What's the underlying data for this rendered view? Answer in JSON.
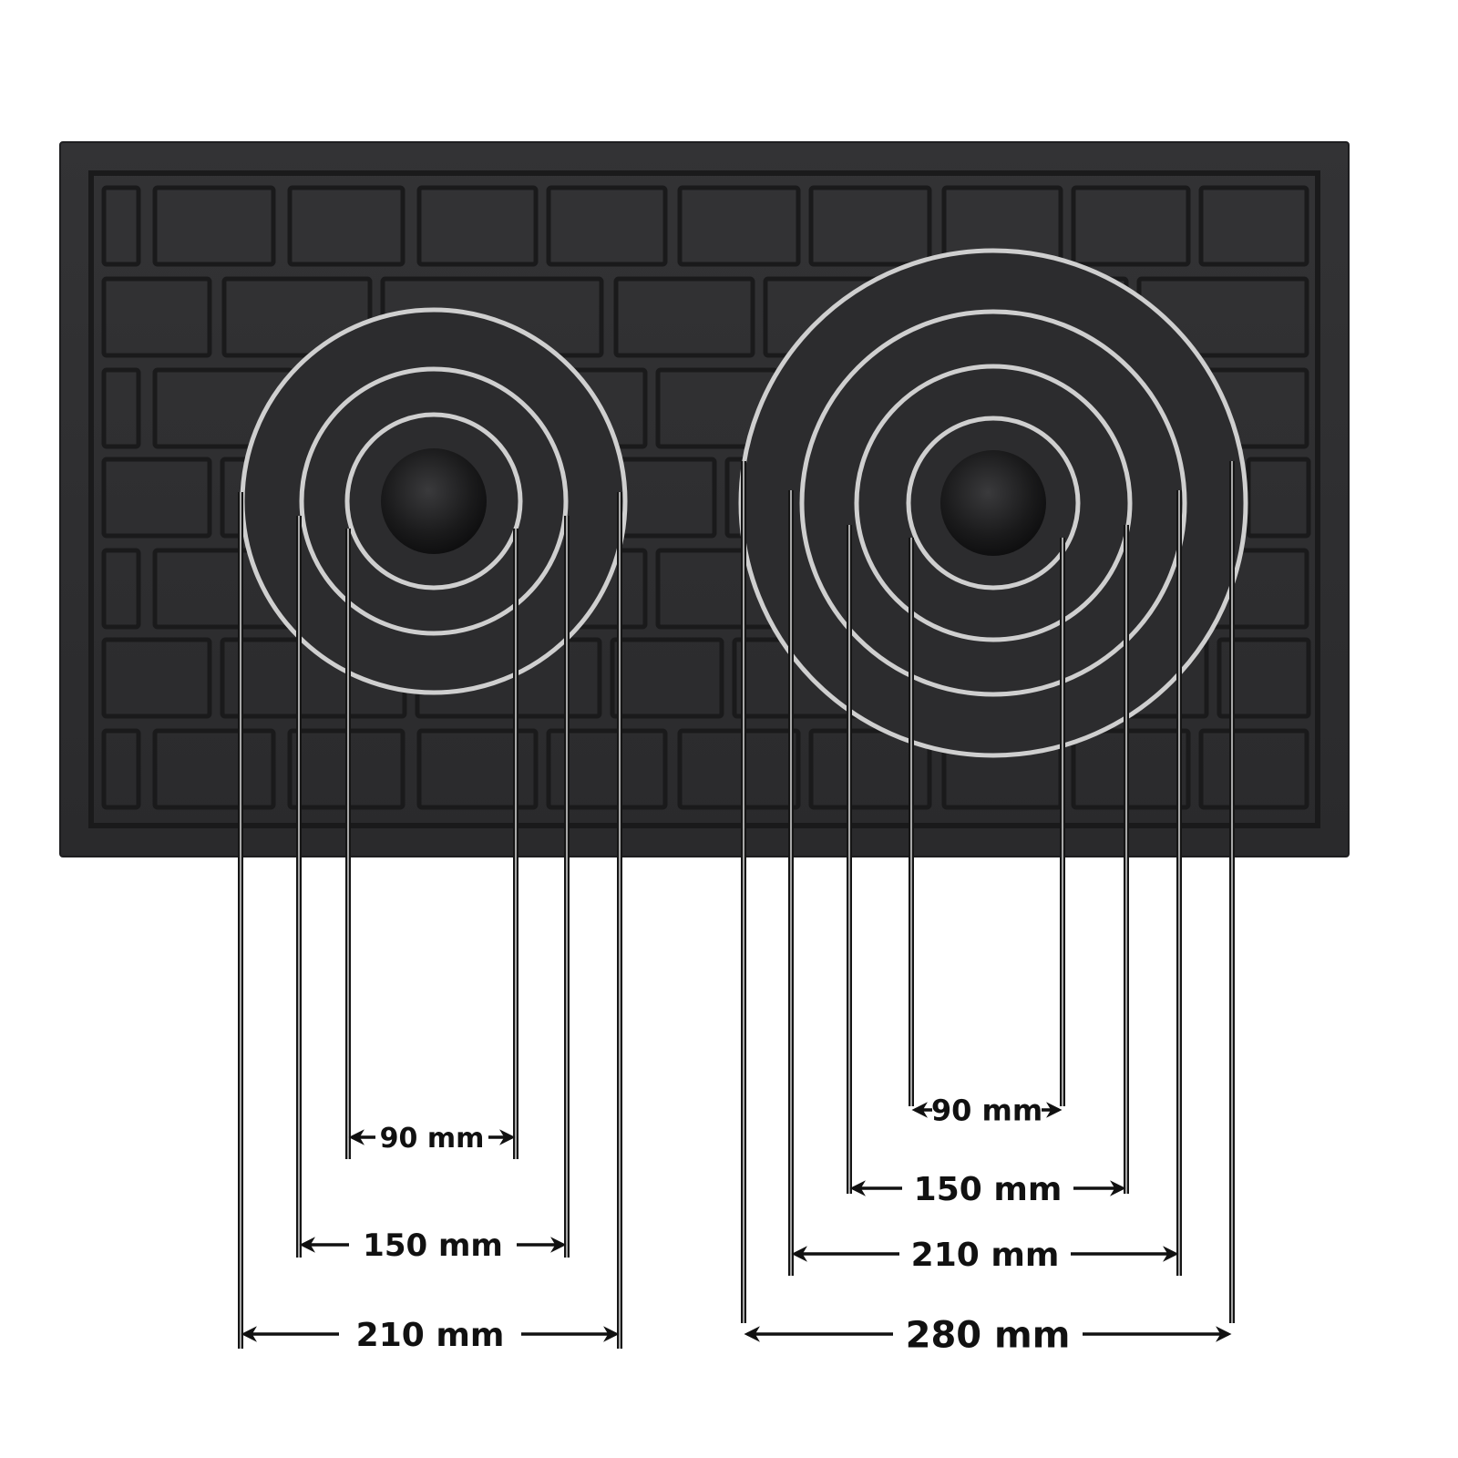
{
  "colors": {
    "background": "#ffffff",
    "board": "#2e2e30",
    "board_edge": "#1e1e20",
    "groove": "#1a1a1b",
    "ring": "#cfcfcf",
    "hub": "#141415",
    "line": "#151515",
    "text": "#111111"
  },
  "burners": {
    "left": {
      "rings": [
        "210 mm",
        "150 mm",
        "90 mm"
      ],
      "dimensions": [
        {
          "label": "90 mm"
        },
        {
          "label": "150 mm"
        },
        {
          "label": "210 mm"
        }
      ]
    },
    "right": {
      "rings": [
        "280 mm",
        "210 mm",
        "150 mm",
        "90 mm"
      ],
      "dimensions": [
        {
          "label": "90 mm"
        },
        {
          "label": "150 mm"
        },
        {
          "label": "210 mm"
        },
        {
          "label": "280 mm"
        }
      ]
    }
  }
}
